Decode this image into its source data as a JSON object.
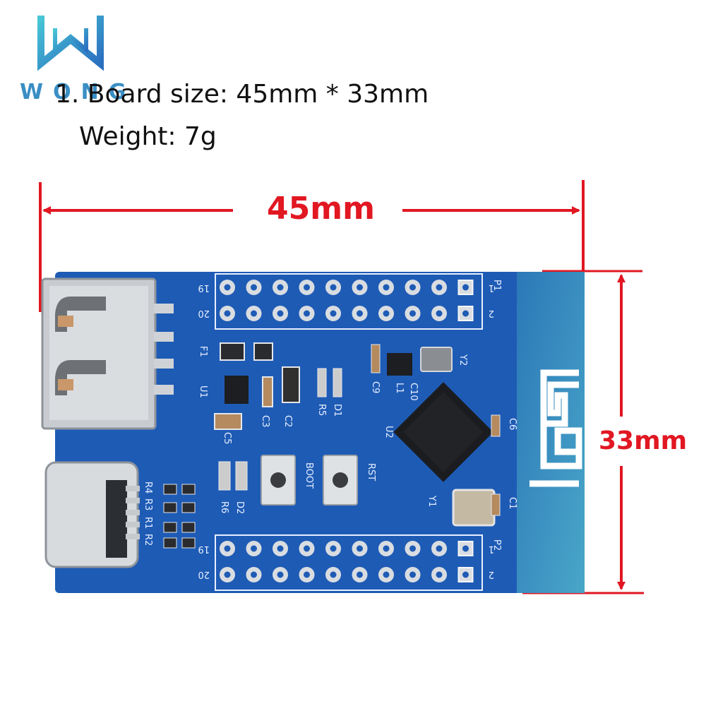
{
  "brand": {
    "logo_text": "WONG"
  },
  "specs": {
    "line1": "1. Board size: 45mm * 33mm",
    "line2": "Weight: 7g"
  },
  "dimensions": {
    "width_label": "45mm",
    "height_label": "33mm",
    "arrow_color": "#e11722"
  },
  "board": {
    "pcb_color": "#1e5bb5",
    "antenna_color": "#2f86b8",
    "header_top": {
      "left_labels": [
        "19",
        "20"
      ],
      "right_labels": [
        "1",
        "2"
      ],
      "name": "P1"
    },
    "header_bottom": {
      "left_labels": [
        "19",
        "20"
      ],
      "right_labels": [
        "1",
        "2"
      ],
      "name": "P2"
    },
    "buttons": [
      "BOOT",
      "RST"
    ],
    "components": [
      "F1",
      "U1",
      "C3",
      "C2",
      "C5",
      "R5",
      "D1",
      "C9",
      "L1",
      "C10",
      "U2",
      "Y2",
      "C6",
      "C1",
      "Y1",
      "R4",
      "R3",
      "R1",
      "R2",
      "R6",
      "D2"
    ]
  }
}
